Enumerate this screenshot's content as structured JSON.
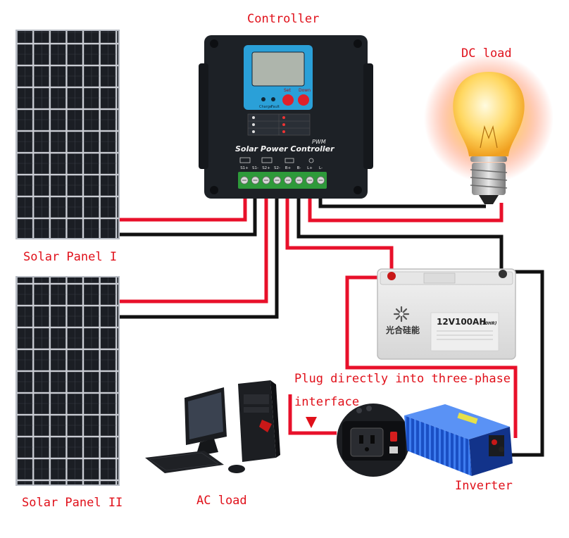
{
  "labels": {
    "controller": "Controller",
    "dc_load": "DC load",
    "solar_panel_1": "Solar Panel I",
    "solar_panel_2": "Solar Panel II",
    "plug_line1": "Plug directly into three-phase",
    "plug_line2": "interface",
    "ac_load": "AC load",
    "inverter": "Inverter"
  },
  "controller_device": {
    "title": "Solar Power Controller",
    "mode": "PWM",
    "btn_set": "Set",
    "btn_down": "Down",
    "led_charge": "Charge",
    "led_fault": "Fault",
    "terminals": [
      "S1+",
      "S1-",
      "S2+",
      "S2-",
      "B+",
      "B-",
      "L+",
      "L-"
    ]
  },
  "battery": {
    "model": "12V100AH",
    "rate": "(10HR)",
    "brand": "光合硅能"
  },
  "colors": {
    "label": "#e0101a",
    "wire_positive": "#e8102a",
    "wire_negative": "#111111",
    "controller_body": "#1d2126",
    "controller_lcd": "#2aa0d8",
    "inverter_body": "#1a4fc4",
    "panel_cell": "#1b1e24"
  }
}
